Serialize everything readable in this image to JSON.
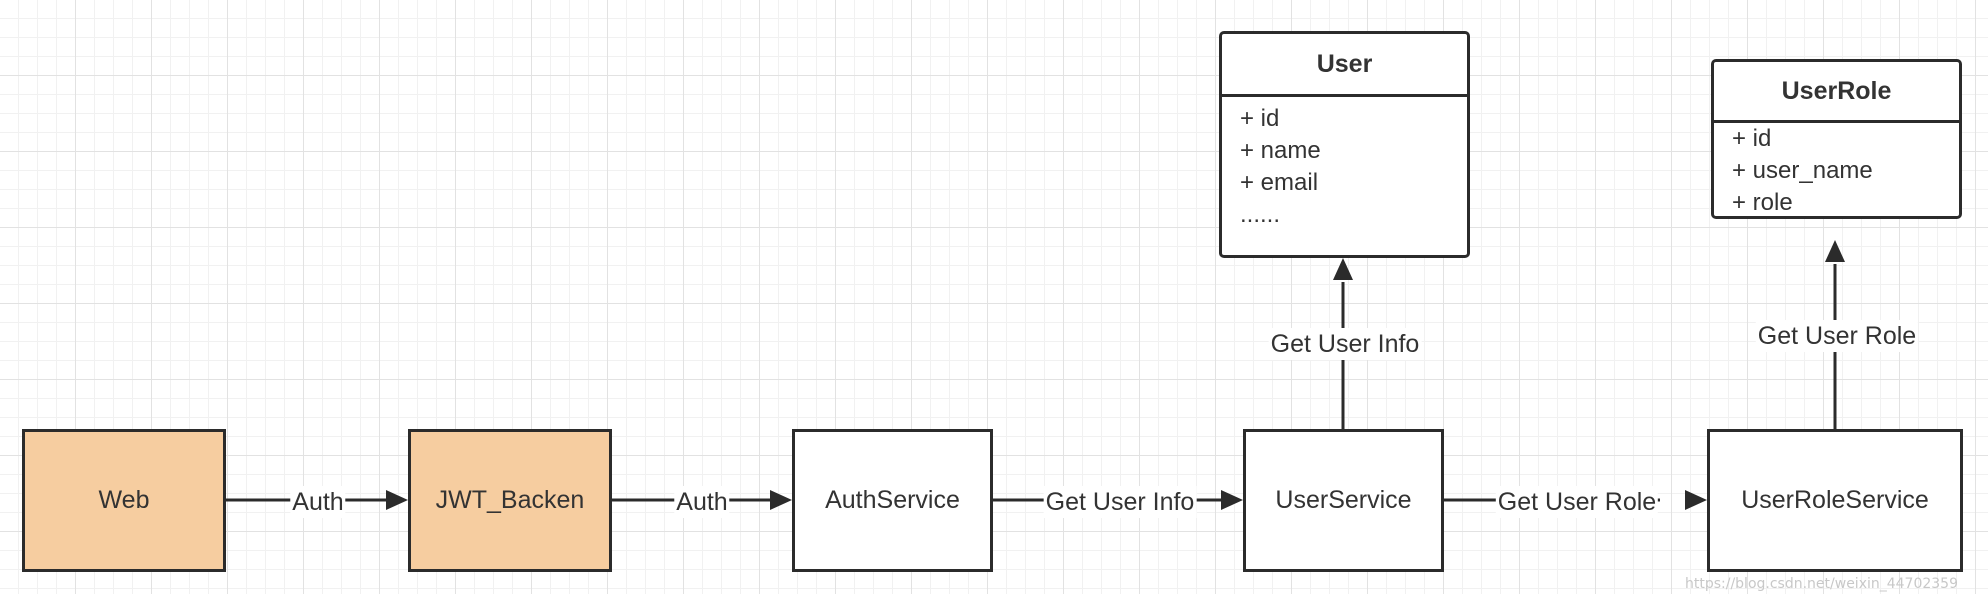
{
  "nodes": {
    "web": "Web",
    "jwt_backend": "JWT_Backen",
    "auth_service": "AuthService",
    "user_service": "UserService",
    "user_role_service": "UserRoleService"
  },
  "entities": {
    "user": {
      "title": "User",
      "fields": [
        "+ id",
        "+ name",
        "+ email",
        "......"
      ]
    },
    "user_role": {
      "title": "UserRole",
      "fields": [
        "+ id",
        "+ user_name",
        "+ role"
      ]
    }
  },
  "edges": {
    "web_to_jwt": "Auth",
    "jwt_to_auth": "Auth",
    "auth_to_user": "Get User Info",
    "user_to_role": "Get User Role",
    "user_service_to_user": "Get User Info",
    "role_service_to_user_role": "Get User Role"
  },
  "watermark": "https://blog.csdn.net/weixin_44702359",
  "colors": {
    "orange_fill": "#f6cda0",
    "line": "#2b2b2b"
  }
}
